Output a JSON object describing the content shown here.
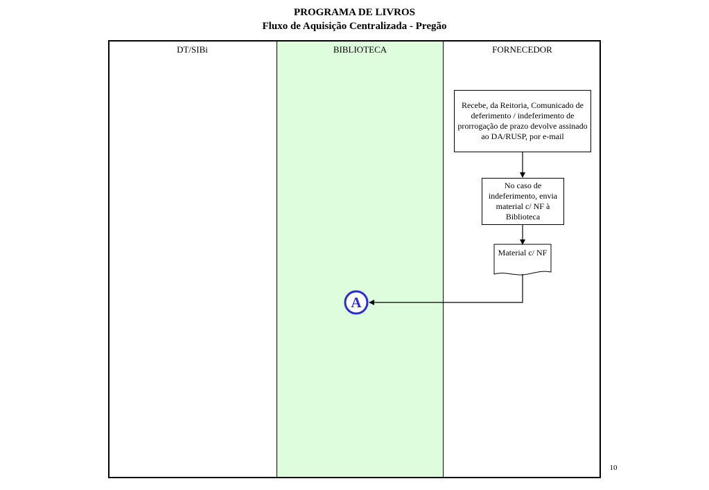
{
  "title": {
    "line1": "PROGRAMA DE LIVROS",
    "line2": "Fluxo de Aquisição Centralizada - Pregão"
  },
  "lanes": [
    {
      "id": "dt",
      "label": "DT/SIBi",
      "color": "#ffffff"
    },
    {
      "id": "bib",
      "label": "BIBLIOTECA",
      "color": "#ddfddd"
    },
    {
      "id": "forn",
      "label": "FORNECEDOR",
      "color": "#ffffff"
    }
  ],
  "steps": {
    "recebe": "Recebe, da Reitoria, Comunicado de deferimento / indeferimento de prorrogação de prazo devolve assinado ao DA/RUSP, por e-mail",
    "indeferimento": "No caso de indeferimento, envia material c/ NF à Biblioteca",
    "material_doc": "Material c/ NF"
  },
  "connector": {
    "label": "A",
    "color": "#2b2bd6"
  },
  "page_number": "10"
}
